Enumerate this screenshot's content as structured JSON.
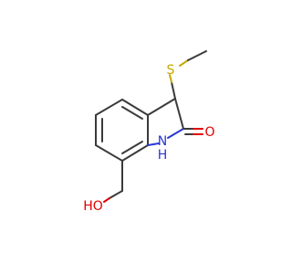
{
  "molecule": {
    "atoms": {
      "sulfur": {
        "label": "S",
        "color": "#c8a800"
      },
      "carbonyl_oxygen": {
        "label": "O",
        "color": "#e00000"
      },
      "amine": {
        "label": "NH",
        "n": "N",
        "h": "H",
        "color": "#2b36d6"
      },
      "hydroxyl": {
        "label": "HO",
        "color": "#e00000"
      }
    },
    "bond_color": "#3a3a3a"
  }
}
